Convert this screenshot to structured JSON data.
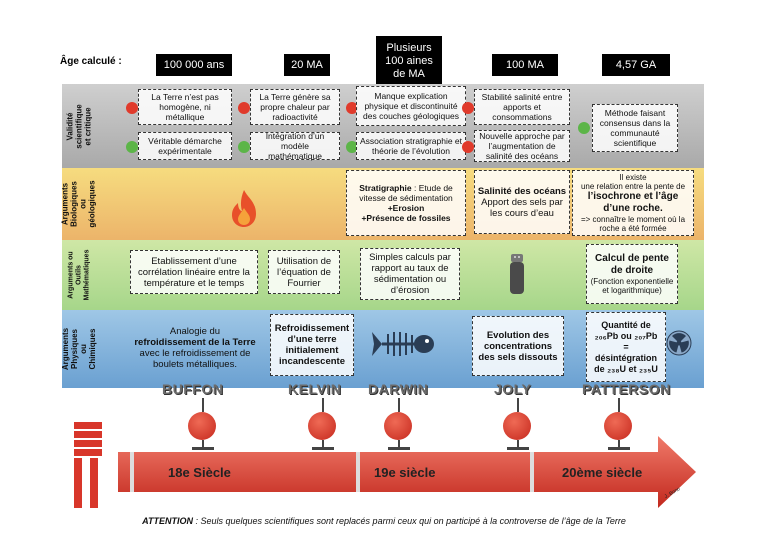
{
  "age_label": "Âge calculé :",
  "ages": [
    "100 000 ans",
    "20 MA",
    "Plusieurs\n100 aines\nde MA",
    "100 MA",
    "4,57 GA"
  ],
  "rows": {
    "validite": "Validité\nscientifique\net critique",
    "biologiques": "Arguments\nBiologiques\nou\ngéologiques",
    "mathematiques": "Arguments ou\nOutils\nMathématiques",
    "physiques": "Arguments\nPhysiques\nou\nChimiques"
  },
  "validite": {
    "buffon_neg": "La Terre n’est pas homogène, ni métallique",
    "buffon_pos": "Véritable démarche expérimentale",
    "kelvin_neg": "La Terre génère sa propre chaleur par radioactivité",
    "kelvin_pos": "Intégration d’un modèle mathématique",
    "darwin_neg": "Manque explication physique et discontinuité des couches géologiques",
    "darwin_pos": "Association stratigraphie et théorie de l’évolution",
    "joly_neg": "Stabilité salinité entre apports et consommations",
    "joly_pos": "Nouvelle approche par l’augmentation de salinité des océans",
    "patterson_pos": "Méthode faisant consensus dans la communauté scientifique"
  },
  "biologiques": {
    "darwin_title": "Stratigraphie",
    "darwin_text": " : Etude de vitesse de sédimentation",
    "darwin_erosion": "+Erosion",
    "darwin_fossiles": "+Présence de fossiles",
    "joly_title": "Salinité des océans",
    "joly_text": "Apport des sels par les cours d’eau",
    "patterson_1": "Il existe",
    "patterson_2": "une relation entre la pente de",
    "patterson_3": "l’isochrone et l’âge d’une roche.",
    "patterson_4": "=> connaître le moment où la roche a été formée"
  },
  "mathematiques": {
    "buffon": "Etablissement d’une corrélation linéaire entre la température et le temps",
    "kelvin": "Utilisation de l’équation de Fourrier",
    "darwin": "Simples calculs par rapport au taux de sédimentation ou d’érosion",
    "patterson_title": "Calcul de pente de droite",
    "patterson_sub": "(Fonction exponentielle et logarithmique)"
  },
  "physiques": {
    "buffon_1": "Analogie du",
    "buffon_2": "refroidissement de la Terre",
    "buffon_3": "avec le refroidissement de boulets métalliques.",
    "kelvin": "Refroidissement d’une terre initialement incandescente",
    "joly": "Evolution des concentrations des sels dissouts",
    "patterson_1": "Quantité de ₂₀₆Pb ou ₂₀₇Pb",
    "patterson_2": "=",
    "patterson_3": "désintégration de ₂₃₈U et ₂₃₅U"
  },
  "scientists": [
    "BUFFON",
    "KELVIN",
    "DARWIN",
    "JOLY",
    "PATTERSON"
  ],
  "centuries": [
    "18e Siècle",
    "19e siècle",
    "20ème siècle"
  ],
  "signature": "J. Bono",
  "note_bold": "ATTENTION",
  "note_text": " : Seuls quelques scientifiques sont replacés parmi ceux qui on participé à la controverse de l’âge de la Terre",
  "colors": {
    "negative": "#e03a2b",
    "positive": "#5cb548",
    "arrow": "#d8362a"
  }
}
